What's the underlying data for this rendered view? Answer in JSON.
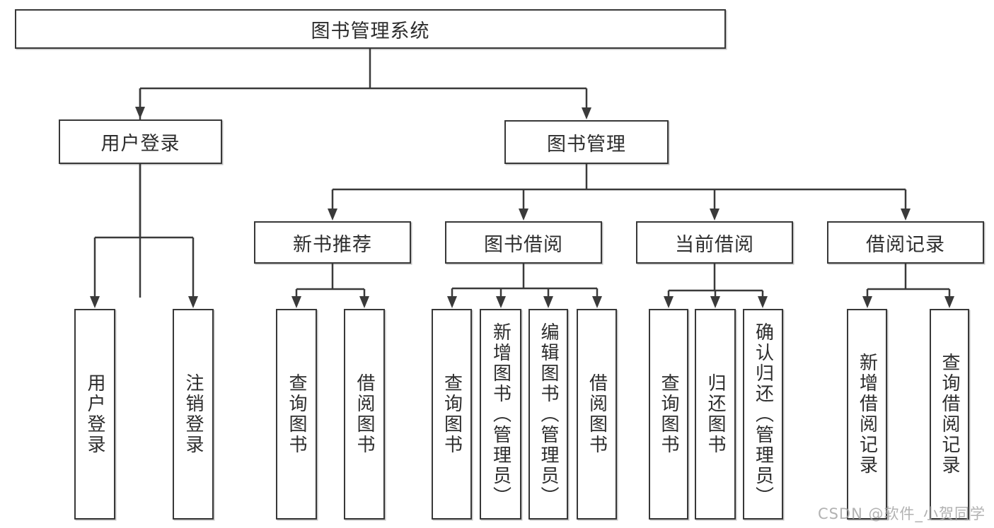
{
  "diagram_title": "图书管理系统",
  "nodes": {
    "root": "图书管理系统",
    "user_login": "用户登录",
    "book_manage": "图书管理",
    "new_book": "新书推荐",
    "book_borrow": "图书借阅",
    "current_borrow": "当前借阅",
    "borrow_record": "借阅记录",
    "user_login_login": "用户登录",
    "user_login_logout": "注销登录",
    "new_book_query": "查询图书",
    "new_book_borrow": "借阅图书",
    "book_borrow_query": "查询图书",
    "book_borrow_add": "新增图书（管理员）",
    "book_borrow_edit": "编辑图书（管理员）",
    "book_borrow_borrow": "借阅图书",
    "current_borrow_query": "查询图书",
    "current_borrow_return": "归还图书",
    "current_borrow_confirm": "确认归还（管理员）",
    "borrow_record_add": "新增借阅记录",
    "borrow_record_query": "查询借阅记录"
  },
  "hierarchy": {
    "图书管理系统": {
      "用户登录": [
        "用户登录",
        "注销登录"
      ],
      "图书管理": {
        "新书推荐": [
          "查询图书",
          "借阅图书"
        ],
        "图书借阅": [
          "查询图书",
          "新增图书（管理员）",
          "编辑图书（管理员）",
          "借阅图书"
        ],
        "当前借阅": [
          "查询图书",
          "归还图书",
          "确认归还（管理员）"
        ],
        "借阅记录": [
          "新增借阅记录",
          "查询借阅记录"
        ]
      }
    }
  },
  "watermark": "CSDN @软件_小贺同学",
  "colors": {
    "line": "#3a3a3a",
    "border": "#383838",
    "text": "#2d2d2d",
    "background": "#ffffff",
    "watermark": "#a5a5a5"
  }
}
